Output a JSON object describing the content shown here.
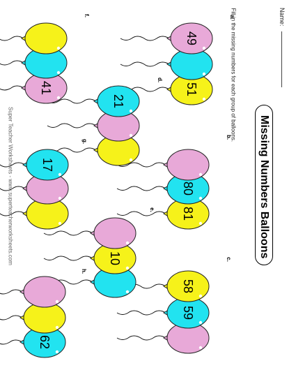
{
  "header": {
    "name_label": "Name:"
  },
  "title": "Missing Numbers Balloons",
  "instructions": "Fill in the missing numbers for each group of balloons.",
  "footer": "Super Teacher Worksheets - www.superteacherworksheets.com",
  "colors": {
    "pink": "#e8a9d8",
    "cyan": "#22e3f0",
    "yellow": "#f6f21a"
  },
  "groups": [
    {
      "letter": "a.",
      "numbers": [
        "49",
        "",
        "51"
      ],
      "colors": [
        "pink",
        "cyan",
        "yellow"
      ]
    },
    {
      "letter": "b.",
      "numbers": [
        "",
        "80",
        "81"
      ],
      "colors": [
        "pink",
        "cyan",
        "yellow"
      ]
    },
    {
      "letter": "c.",
      "numbers": [
        "58",
        "59",
        ""
      ],
      "colors": [
        "yellow",
        "cyan",
        "pink"
      ]
    },
    {
      "letter": "d.",
      "numbers": [
        "21",
        "",
        ""
      ],
      "colors": [
        "cyan",
        "pink",
        "yellow"
      ]
    },
    {
      "letter": "e.",
      "numbers": [
        "",
        "10",
        ""
      ],
      "colors": [
        "pink",
        "yellow",
        "cyan"
      ]
    },
    {
      "letter": "f.",
      "numbers": [
        "",
        "",
        "41"
      ],
      "colors": [
        "yellow",
        "cyan",
        "pink"
      ]
    },
    {
      "letter": "g.",
      "numbers": [
        "17",
        "",
        ""
      ],
      "colors": [
        "cyan",
        "pink",
        "yellow"
      ]
    },
    {
      "letter": "h.",
      "numbers": [
        "",
        "",
        "62"
      ],
      "colors": [
        "pink",
        "yellow",
        "cyan"
      ]
    }
  ]
}
